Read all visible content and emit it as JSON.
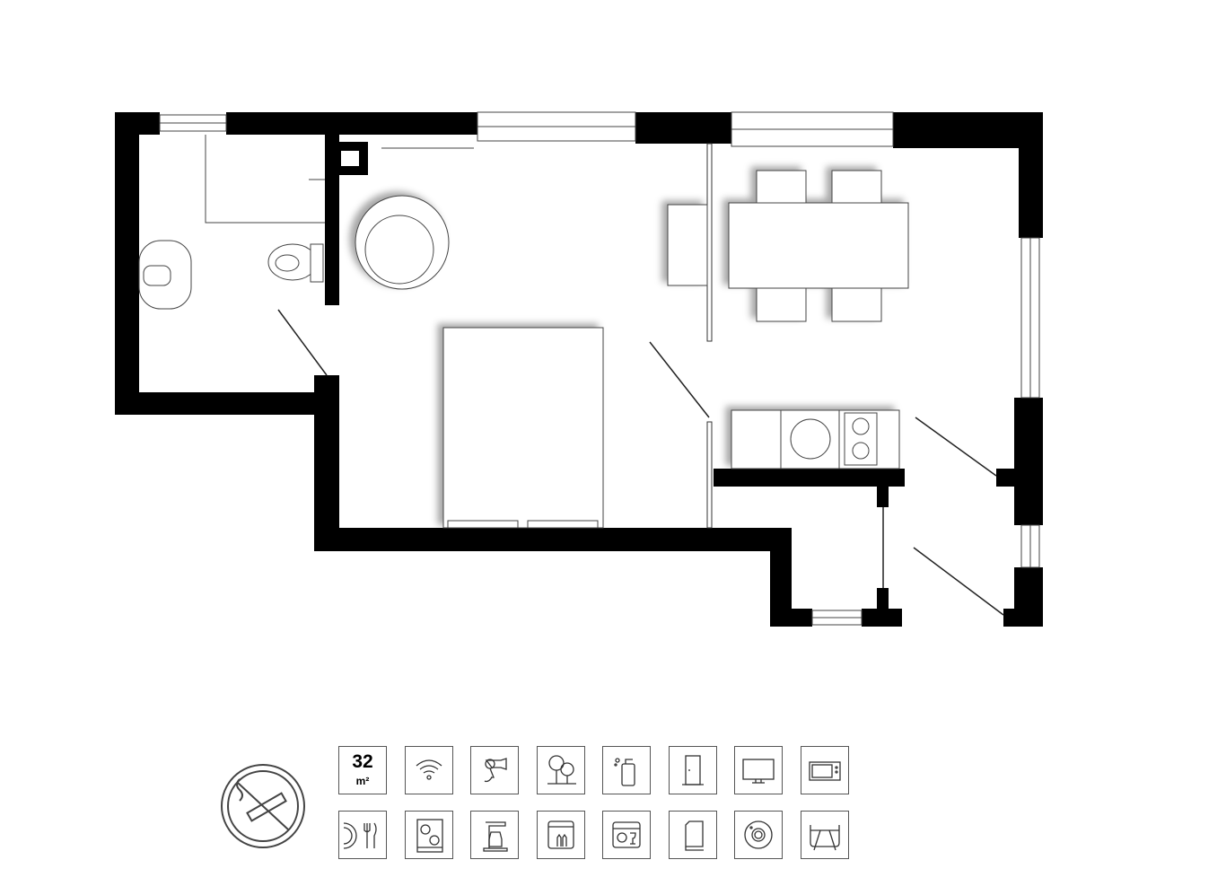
{
  "plan": {
    "rooms": [
      "bathroom",
      "living-sleeping",
      "dining",
      "kitchen",
      "entrance"
    ]
  },
  "amenities": {
    "no_smoking": "no-smoking-icon",
    "area": {
      "value": "32",
      "unit": "m²"
    },
    "row1": [
      "wifi-icon",
      "hair-dryer-icon",
      "garden-view-icon",
      "soap-dispenser-icon",
      "wardrobe-icon",
      "tv-icon",
      "microwave-icon"
    ],
    "row2": [
      "dining-utensils-icon",
      "cooktop-icon",
      "coffee-maker-icon",
      "dishwasher-icon",
      "washing-machine-icon",
      "towels-icon",
      "smoke-detector-icon",
      "baby-cot-icon"
    ]
  },
  "colors": {
    "wall": "#000000",
    "line": "#333333"
  }
}
